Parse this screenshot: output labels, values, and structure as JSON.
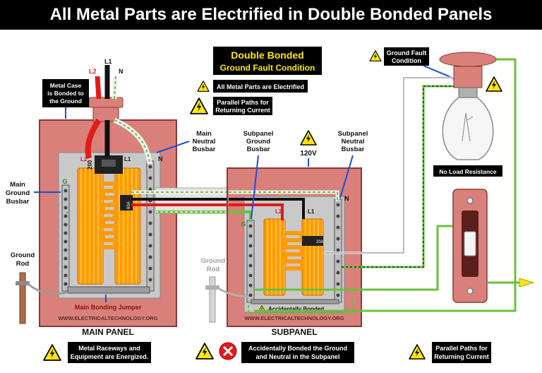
{
  "title": "All Metal Parts are Electrified in Double Bonded Panels",
  "header_box": {
    "line1": "Double Bonded",
    "line2": "Ground Fault Condition"
  },
  "notes": {
    "all_metal": "All Metal Parts are Electrified",
    "parallel1": "Parallel Paths for",
    "parallel2": "Returning Current",
    "ground_fault1": "Ground Fault",
    "ground_fault2": "Condition",
    "no_load": "No Load Resistance"
  },
  "labels": {
    "metal_case1": "Metal Case",
    "metal_case2": "is Bonded to",
    "metal_case3": "the Ground",
    "l1": "L1",
    "l2": "L2",
    "n": "N",
    "g": "G",
    "main_neutral1": "Main",
    "main_neutral2": "Neutral",
    "main_neutral3": "Busbar",
    "main_ground1": "Main",
    "main_ground2": "Ground",
    "main_ground3": "Busbar",
    "ground_rod1": "Ground",
    "ground_rod2": "Rod",
    "sub_ground1": "Subpanel",
    "sub_ground2": "Ground",
    "sub_ground3": "Busbar",
    "sub_neutral1": "Subpanel",
    "sub_neutral2": "Neutral",
    "sub_neutral3": "Busbar",
    "voltage": "120V",
    "breaker_main": "200",
    "breaker_sub": "20A",
    "breaker_feed": "60A",
    "main_bonding": "Main Bonding Jumper",
    "accidental": "Accidantally Bonded",
    "website": "WWW.ELECTRICALTECHNOLOGY.ORG",
    "main_panel": "MAIN PANEL",
    "subpanel": "SUBPANEL"
  },
  "footer": {
    "metal_race1": "Metal Raceways and",
    "metal_race2": "Equipment are Energized.",
    "accidental1": "Accidentally Bonded the Ground",
    "accidental2": "and Neutral in the Subpanel",
    "parallel1": "Parallel Paths for",
    "parallel2": "Returning Current"
  },
  "colors": {
    "panel": "#d9807a",
    "panel_edge": "#8a3a36",
    "busbar": "#ff9b00",
    "hot_red": "#e01b1b",
    "hot_black": "#111111",
    "neutral_white": "#f2f2f2",
    "ground_green": "#67c23a",
    "warning_yellow": "#ffe800"
  },
  "icons": [
    "warning-icon",
    "error-x-icon",
    "bulb-icon",
    "switch-icon",
    "ground-rod-icon",
    "wire-nut-icon"
  ]
}
